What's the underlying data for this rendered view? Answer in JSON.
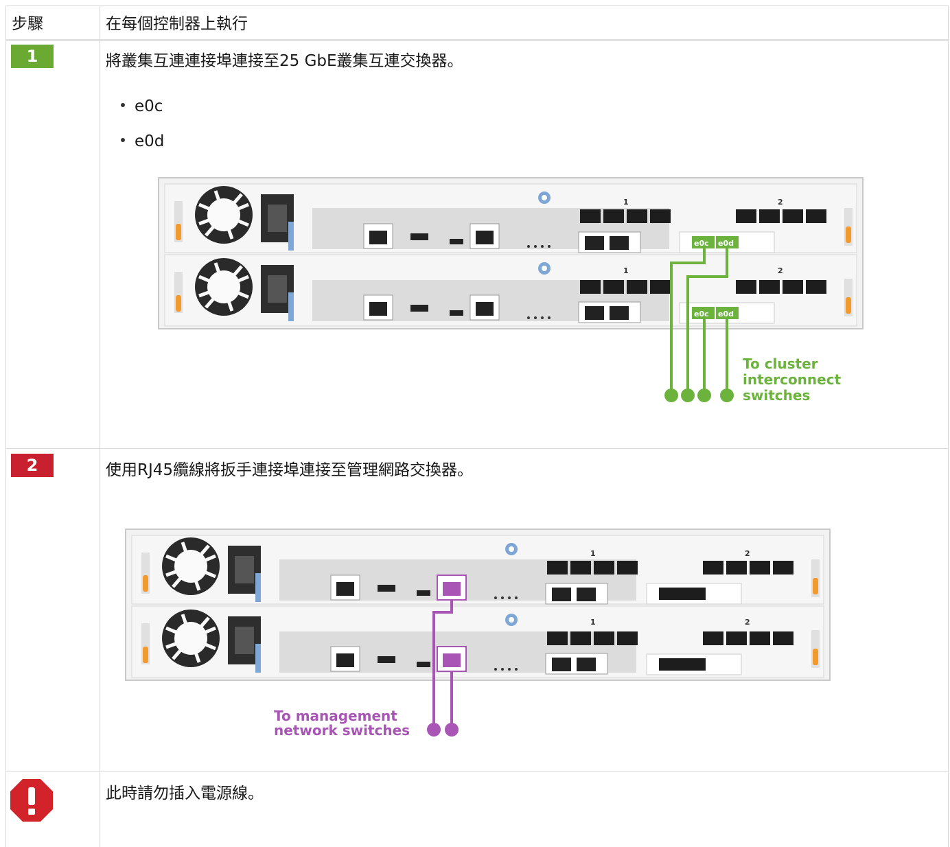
{
  "table": {
    "header": {
      "step": "步驟",
      "action": "在每個控制器上執行"
    },
    "rows": [
      {
        "badge": "1",
        "badge_color": "#6aaa32",
        "text": "將叢集互連連接埠連接至25 GbE叢集互連交換器。",
        "ports": [
          "e0c",
          "e0d"
        ],
        "figure": {
          "port_labels": [
            "e0c",
            "e0d"
          ],
          "slot_labels": [
            "1",
            "2"
          ],
          "caption": [
            "To cluster",
            "interconnect",
            "switches"
          ],
          "cable_color": "#6cb33e"
        }
      },
      {
        "badge": "2",
        "badge_color": "#c8202f",
        "text": "使用RJ45纜線將扳手連接埠連接至管理網路交換器。",
        "figure": {
          "slot_labels": [
            "1",
            "2"
          ],
          "caption": [
            "To management",
            "network switches"
          ],
          "cable_color": "#a855b5"
        }
      },
      {
        "icon": "stop-warning-icon",
        "icon_color": "#d2232a",
        "text": "此時請勿插入電源線。"
      }
    ]
  }
}
